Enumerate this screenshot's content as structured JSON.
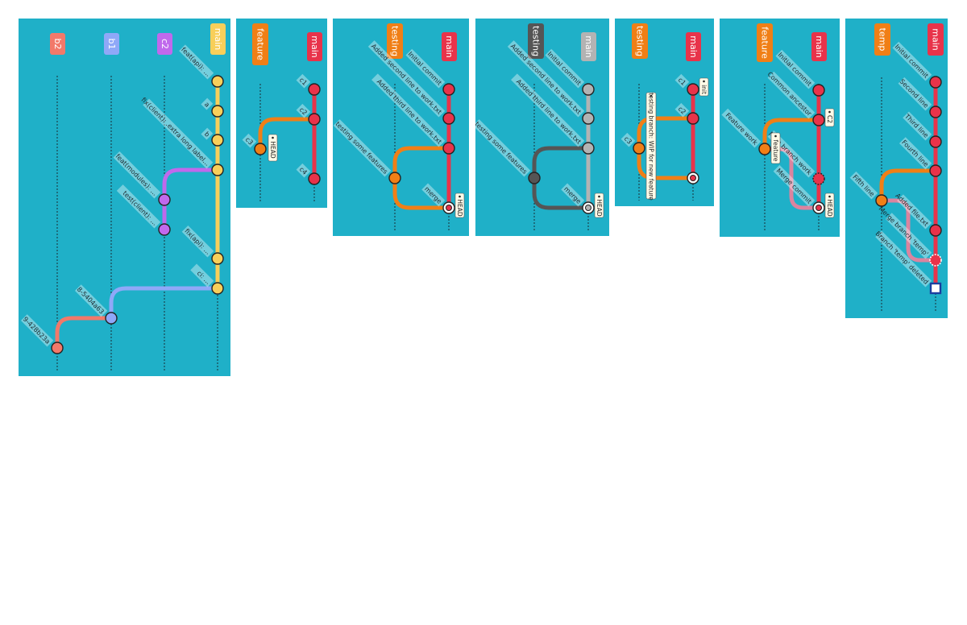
{
  "colors": {
    "panel_bg": "#1fb0c8",
    "main_red": "#e8334a",
    "feature_orange": "#f07f16",
    "main_yellow": "#f8cf5a",
    "purple": "#c069ec",
    "blue": "#8fa8f8",
    "salmon": "#f2796a",
    "grey_light": "#b3b3b3",
    "grey_dark": "#555555",
    "highlight_pink": "#f07f9a"
  },
  "panels": [
    {
      "id": "p1",
      "branches": [
        "b2",
        "b1",
        "c2",
        "main"
      ],
      "commits": [
        {
          "label": "feat(api): ...",
          "branch": "main"
        },
        {
          "label": "a",
          "branch": "main"
        },
        {
          "label": "b",
          "branch": "main"
        },
        {
          "label": "fix(client): .extra long label...",
          "branch": "main"
        },
        {
          "label": "feat(modules): ...",
          "branch": "c2"
        },
        {
          "label": "test(client): ...",
          "branch": "c2"
        },
        {
          "label": "fix(api): ...",
          "branch": "main"
        },
        {
          "label": "ci: ...",
          "branch": "main"
        },
        {
          "label": "8-5404a63",
          "branch": "b1"
        },
        {
          "label": "9-428b23a",
          "branch": "b2"
        }
      ],
      "tags": []
    },
    {
      "id": "p2",
      "branches": [
        "feature",
        "main"
      ],
      "commits": [
        {
          "label": "c1",
          "branch": "main"
        },
        {
          "label": "c2",
          "branch": "main"
        },
        {
          "label": "c3",
          "branch": "feature"
        },
        {
          "label": "c4",
          "branch": "main"
        }
      ],
      "tags": [
        "HEAD"
      ]
    },
    {
      "id": "p3",
      "branches": [
        "testing",
        "main"
      ],
      "commits": [
        {
          "label": "Initial commit",
          "branch": "main"
        },
        {
          "label": "Added second line to work.txt",
          "branch": "main"
        },
        {
          "label": "Added third line to work.txt",
          "branch": "main"
        },
        {
          "label": "testing some features",
          "branch": "testing"
        },
        {
          "label": "merge",
          "branch": "main"
        }
      ],
      "tags": [
        "HEAD"
      ]
    },
    {
      "id": "p4",
      "branches": [
        "testing",
        "main"
      ],
      "commits": [
        {
          "label": "Initial commit",
          "branch": "main"
        },
        {
          "label": "Added second line to work.txt",
          "branch": "main"
        },
        {
          "label": "Added third line to work.txt",
          "branch": "main"
        },
        {
          "label": "testing some features",
          "branch": "testing"
        },
        {
          "label": "merge",
          "branch": "main"
        }
      ],
      "tags": [
        "HEAD"
      ]
    },
    {
      "id": "p5",
      "branches": [
        "testing",
        "main"
      ],
      "commits": [
        {
          "label": "c1",
          "branch": "main"
        },
        {
          "label": "c2",
          "branch": "main"
        },
        {
          "label": "c3",
          "branch": "testing"
        },
        {
          "label": "",
          "branch": "main"
        }
      ],
      "tags": [
        "init",
        "testing branch: WIP for new feature"
      ]
    },
    {
      "id": "p6",
      "branches": [
        "feature",
        "main"
      ],
      "commits": [
        {
          "label": "Initial commit",
          "branch": "main"
        },
        {
          "label": "Common ancestor",
          "branch": "main"
        },
        {
          "label": "Feature work",
          "branch": "feature"
        },
        {
          "label": "Main branch work",
          "branch": "main"
        },
        {
          "label": "Merge commit",
          "branch": "main"
        }
      ],
      "tags": [
        "C2",
        "feature",
        "HEAD"
      ]
    },
    {
      "id": "p7",
      "branches": [
        "temp",
        "main"
      ],
      "commits": [
        {
          "label": "Initial commit",
          "branch": "main"
        },
        {
          "label": "Second line",
          "branch": "main"
        },
        {
          "label": "Third line",
          "branch": "main"
        },
        {
          "label": "Fourth line",
          "branch": "main"
        },
        {
          "label": "Fifth line",
          "branch": "temp"
        },
        {
          "label": "Added file.txt",
          "branch": "main"
        },
        {
          "label": "Merge branch 'temp'",
          "branch": "main"
        },
        {
          "label": "Branch 'temp' deleted",
          "branch": "main"
        }
      ],
      "tags": []
    }
  ]
}
